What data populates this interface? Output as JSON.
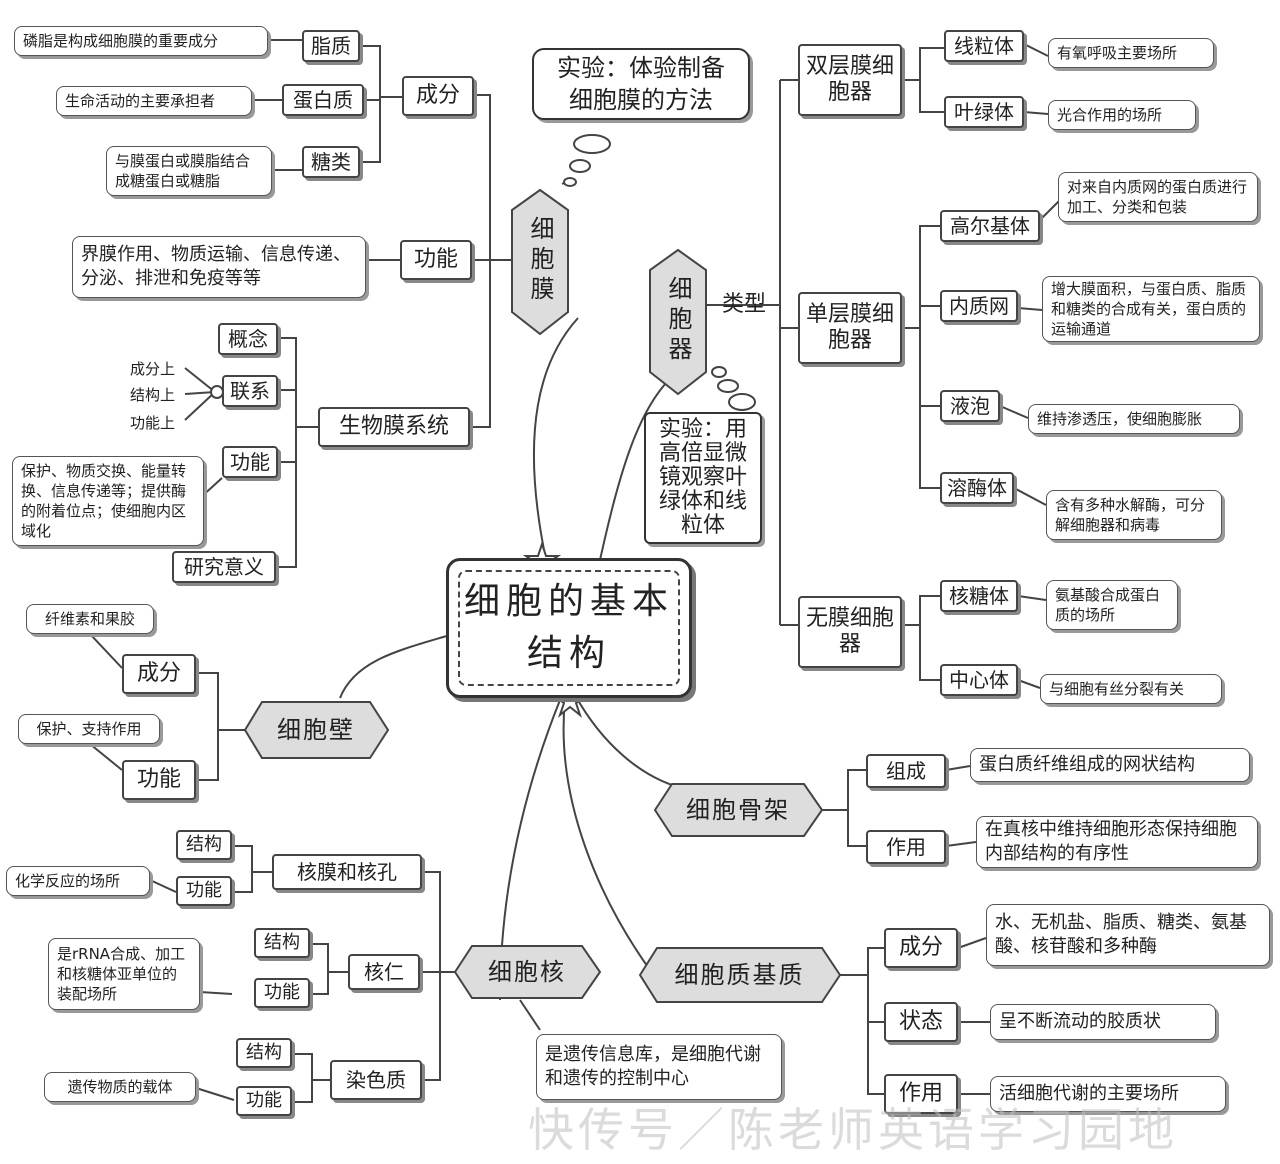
{
  "center": {
    "title": "细胞的基本结构"
  },
  "membrane": {
    "label": "细胞膜",
    "experiment": "实验：体验制备细胞膜的方法",
    "composition": {
      "label": "成分",
      "items": [
        {
          "name": "脂质",
          "note": "磷脂是构成细胞膜的重要成分"
        },
        {
          "name": "蛋白质",
          "note": "生命活动的主要承担者"
        },
        {
          "name": "糖类",
          "note": "与膜蛋白或膜脂结合成糖蛋白或糖脂"
        }
      ]
    },
    "function": {
      "label": "功能",
      "note": "界膜作用、物质运输、信息传递、分泌、排泄和免疫等等"
    },
    "biomembrane": {
      "label": "生物膜系统",
      "concept": "概念",
      "relation": {
        "label": "联系",
        "items": [
          "成分上",
          "结构上",
          "功能上"
        ]
      },
      "function": {
        "label": "功能",
        "note": "保护、物质交换、能量转换、信息传递等；提供酶的附着位点；使细胞内区域化"
      },
      "significance": "研究意义"
    }
  },
  "organelles": {
    "label": "细胞器",
    "type_label": "类型",
    "experiment": "实验：用高倍显微镜观察叶绿体和线粒体",
    "double": {
      "label": "双层膜细胞器",
      "items": [
        {
          "name": "线粒体",
          "note": "有氧呼吸主要场所"
        },
        {
          "name": "叶绿体",
          "note": "光合作用的场所"
        }
      ]
    },
    "single": {
      "label": "单层膜细胞器",
      "items": [
        {
          "name": "高尔基体",
          "note": "对来自内质网的蛋白质进行加工、分类和包装"
        },
        {
          "name": "内质网",
          "note": "增大膜面积，与蛋白质、脂质和糖类的合成有关，蛋白质的运输通道"
        },
        {
          "name": "液泡",
          "note": "维持渗透压，使细胞膨胀"
        },
        {
          "name": "溶酶体",
          "note": "含有多种水解酶，可分解细胞器和病毒"
        }
      ]
    },
    "none": {
      "label": "无膜细胞器",
      "items": [
        {
          "name": "核糖体",
          "note": "氨基酸合成蛋白质的场所"
        },
        {
          "name": "中心体",
          "note": "与细胞有丝分裂有关"
        }
      ]
    }
  },
  "wall": {
    "label": "细胞壁",
    "composition": {
      "label": "成分",
      "note": "纤维素和果胶"
    },
    "function": {
      "label": "功能",
      "note": "保护、支持作用"
    }
  },
  "cytoskeleton": {
    "label": "细胞骨架",
    "composition": {
      "label": "组成",
      "note": "蛋白质纤维组成的网状结构"
    },
    "function": {
      "label": "作用",
      "note": "在真核中维持细胞形态保持细胞内部结构的有序性"
    }
  },
  "nucleus": {
    "label": "细胞核",
    "note": "是遗传信息库，是细胞代谢和遗传的控制中心",
    "envelope": {
      "label": "核膜和核孔",
      "structure": "结构",
      "function": "功能",
      "function_note": "化学反应的场所"
    },
    "nucleolus": {
      "label": "核仁",
      "structure": "结构",
      "function": "功能",
      "function_note": "是rRNA合成、加工和核糖体亚单位的装配场所"
    },
    "chromatin": {
      "label": "染色质",
      "structure": "结构",
      "function": "功能",
      "function_note": "遗传物质的载体"
    }
  },
  "matrix": {
    "label": "细胞质基质",
    "composition": {
      "label": "成分",
      "note": "水、无机盐、脂质、糖类、氨基酸、核苷酸和多种酶"
    },
    "state": {
      "label": "状态",
      "note": "呈不断流动的胶质状"
    },
    "function": {
      "label": "作用",
      "note": "活细胞代谢的主要场所"
    }
  },
  "watermark": "快传号／陈老师英语学习园地"
}
